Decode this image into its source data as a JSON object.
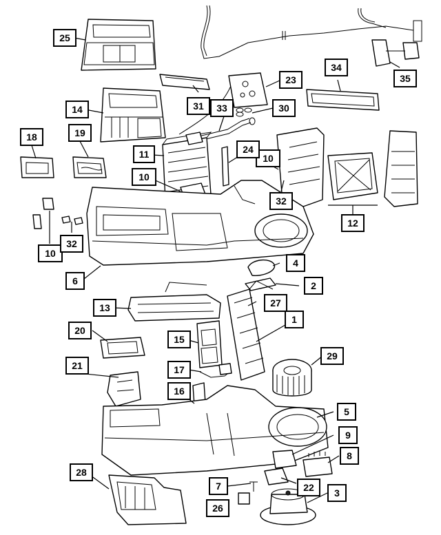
{
  "callouts": [
    {
      "id": "c1",
      "label": "1"
    },
    {
      "id": "c2",
      "label": "2"
    },
    {
      "id": "c3",
      "label": "3"
    },
    {
      "id": "c4",
      "label": "4"
    },
    {
      "id": "c5",
      "label": "5"
    },
    {
      "id": "c6",
      "label": "6"
    },
    {
      "id": "c7",
      "label": "7"
    },
    {
      "id": "c8",
      "label": "8"
    },
    {
      "id": "c9",
      "label": "9"
    },
    {
      "id": "c10a",
      "label": "10"
    },
    {
      "id": "c10b",
      "label": "10"
    },
    {
      "id": "c10c",
      "label": "10"
    },
    {
      "id": "c11",
      "label": "11"
    },
    {
      "id": "c12",
      "label": "12"
    },
    {
      "id": "c13",
      "label": "13"
    },
    {
      "id": "c14",
      "label": "14"
    },
    {
      "id": "c15",
      "label": "15"
    },
    {
      "id": "c16",
      "label": "16"
    },
    {
      "id": "c17",
      "label": "17"
    },
    {
      "id": "c18",
      "label": "18"
    },
    {
      "id": "c19",
      "label": "19"
    },
    {
      "id": "c20",
      "label": "20"
    },
    {
      "id": "c21",
      "label": "21"
    },
    {
      "id": "c22",
      "label": "22"
    },
    {
      "id": "c23",
      "label": "23"
    },
    {
      "id": "c24",
      "label": "24"
    },
    {
      "id": "c25",
      "label": "25"
    },
    {
      "id": "c26",
      "label": "26"
    },
    {
      "id": "c27",
      "label": "27"
    },
    {
      "id": "c28",
      "label": "28"
    },
    {
      "id": "c29",
      "label": "29"
    },
    {
      "id": "c30",
      "label": "30"
    },
    {
      "id": "c31",
      "label": "31"
    },
    {
      "id": "c32a",
      "label": "32"
    },
    {
      "id": "c32b",
      "label": "32"
    },
    {
      "id": "c33",
      "label": "33"
    },
    {
      "id": "c34",
      "label": "34"
    },
    {
      "id": "c35",
      "label": "35"
    }
  ]
}
